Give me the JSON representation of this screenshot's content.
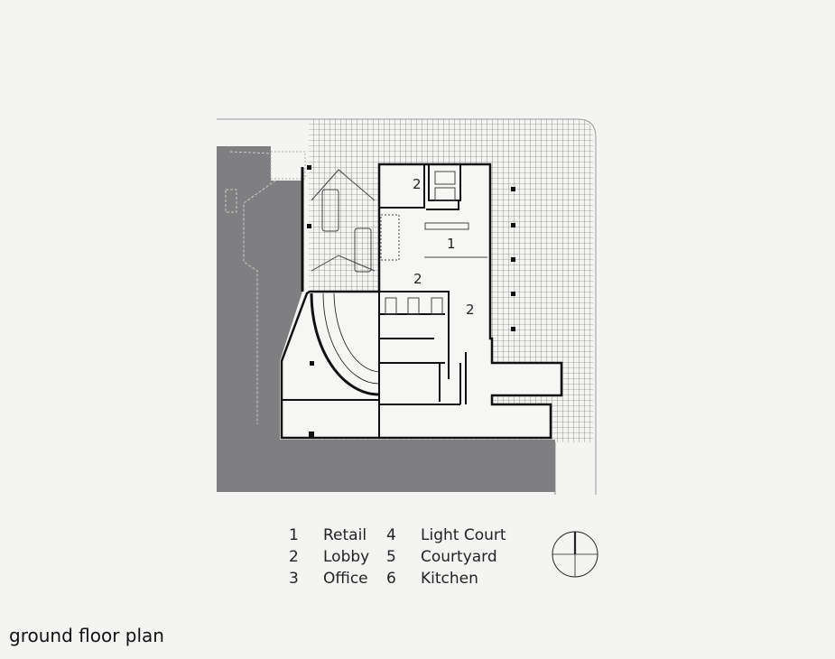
{
  "plan": {
    "rooms": [
      {
        "label": "2"
      },
      {
        "label": "1"
      },
      {
        "label": "2"
      },
      {
        "label": "2"
      }
    ]
  },
  "legend": [
    {
      "num": "1",
      "name": "Retail"
    },
    {
      "num": "4",
      "name": "Light Court"
    },
    {
      "num": "2",
      "name": "Lobby"
    },
    {
      "num": "5",
      "name": "Courtyard"
    },
    {
      "num": "3",
      "name": "Office"
    },
    {
      "num": "6",
      "name": "Kitchen"
    }
  ],
  "caption": "ground floor plan",
  "colors": {
    "neighbour_mass": "#7f7f81",
    "background": "#f4f4f2",
    "wall": "#111111"
  }
}
